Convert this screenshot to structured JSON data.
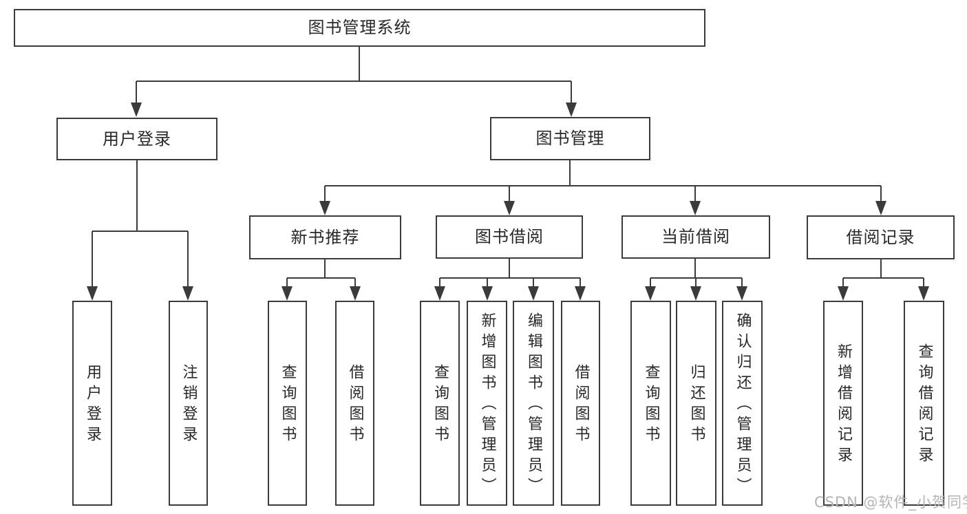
{
  "tree": {
    "root": {
      "label": "图书管理系统"
    },
    "branches": [
      {
        "label": "用户登录",
        "leaves": [
          "用户登录",
          "注销登录"
        ]
      },
      {
        "label": "图书管理",
        "groups": [
          {
            "label": "新书推荐",
            "leaves": [
              "查询图书",
              "借阅图书"
            ]
          },
          {
            "label": "图书借阅",
            "leaves": [
              "查询图书",
              "新增图书（管理员）",
              "编辑图书（管理员）",
              "借阅图书"
            ]
          },
          {
            "label": "当前借阅",
            "leaves": [
              "查询图书",
              "归还图书",
              "确认归还（管理员）"
            ]
          },
          {
            "label": "借阅记录",
            "leaves": [
              "新增借阅记录",
              "查询借阅记录"
            ]
          }
        ]
      }
    ]
  },
  "watermark": {
    "text": "CSDN @软件_小贺同学"
  },
  "colors": {
    "line": "#3b3b3b",
    "border": "#3b3b3b",
    "text": "#282828",
    "watermark_text": "#b4b4b4",
    "background": "#ffffff"
  }
}
